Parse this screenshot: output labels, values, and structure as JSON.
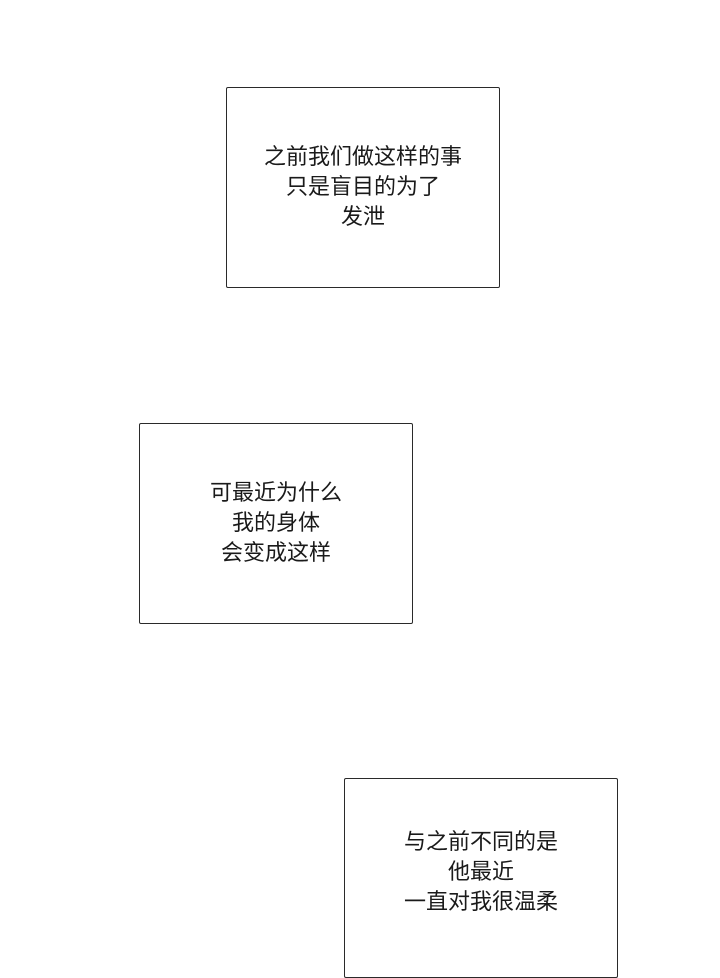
{
  "captions": [
    {
      "lines": [
        "之前我们做这样的事",
        "只是盲目的为了",
        "发泄"
      ]
    },
    {
      "lines": [
        "可最近为什么",
        "我的身体",
        "会变成这样"
      ]
    },
    {
      "lines": [
        "与之前不同的是",
        "他最近",
        "一直对我很温柔"
      ]
    }
  ]
}
